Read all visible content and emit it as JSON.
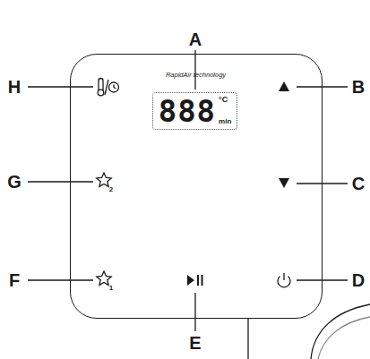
{
  "diagram": {
    "nodes": [
      {
        "text": [
          "RapidAir technology"
        ]
      },
      {
        "text": [
          "888",
          "°C",
          "min"
        ],
        "in": 0
      }
    ],
    "labels": [
      "A",
      "B",
      "C",
      "D",
      "E",
      "F",
      "G",
      "H",
      "2",
      "1"
    ]
  }
}
